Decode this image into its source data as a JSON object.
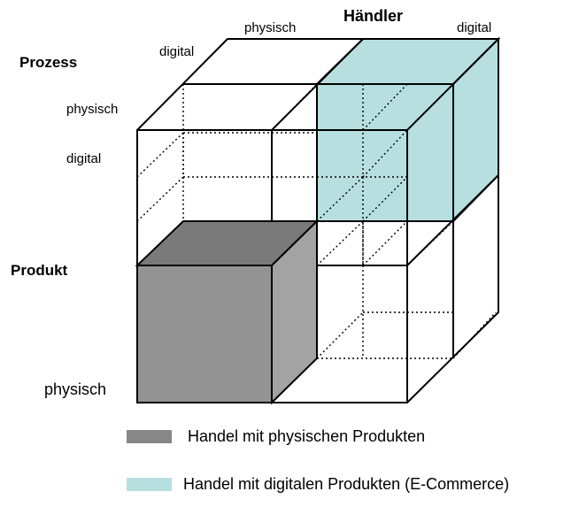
{
  "axes": {
    "prozess": {
      "title": "Prozess",
      "values": [
        "physisch",
        "digital"
      ]
    },
    "haendler": {
      "title": "Händler",
      "values": [
        "physisch",
        "digital"
      ]
    },
    "produkt": {
      "title": "Produkt",
      "values": [
        "digital",
        "physisch"
      ]
    }
  },
  "legend": [
    {
      "label": "Handel mit physischen Produkten",
      "color": "#878787"
    },
    {
      "label": "Handel mit digitalen Produkten (E-Commerce)",
      "color": "#b8dfe0"
    }
  ],
  "colors": {
    "physical_front": "#939393",
    "physical_top": "#7a7a7a",
    "physical_side": "#a3a3a3",
    "digital": "#b8dfe0",
    "line": "#000000"
  }
}
